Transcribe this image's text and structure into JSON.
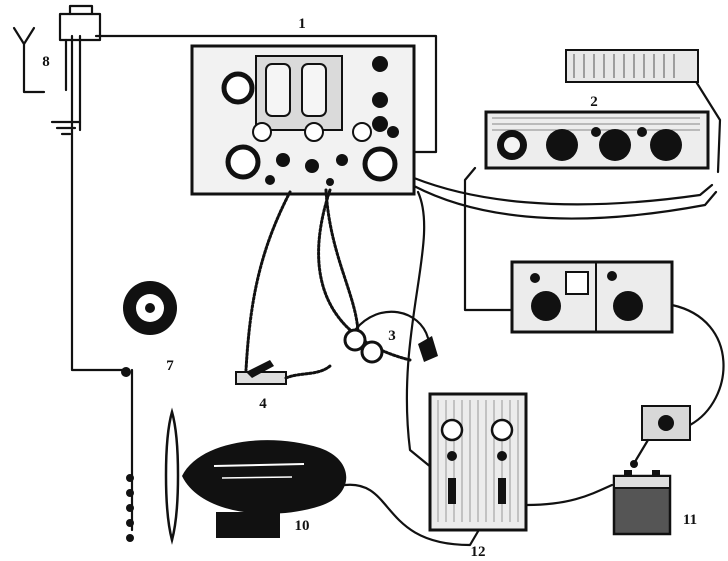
{
  "diagram": {
    "labels": {
      "receiver": "1",
      "amplifier": "2",
      "headphones": "3",
      "key": "4",
      "reel": "7",
      "antenna": "8",
      "generator": "10",
      "battery": "11",
      "junction_box": "12"
    },
    "colors": {
      "ink": "#111111",
      "paper": "#ffffff",
      "panel": "#ececec"
    }
  }
}
